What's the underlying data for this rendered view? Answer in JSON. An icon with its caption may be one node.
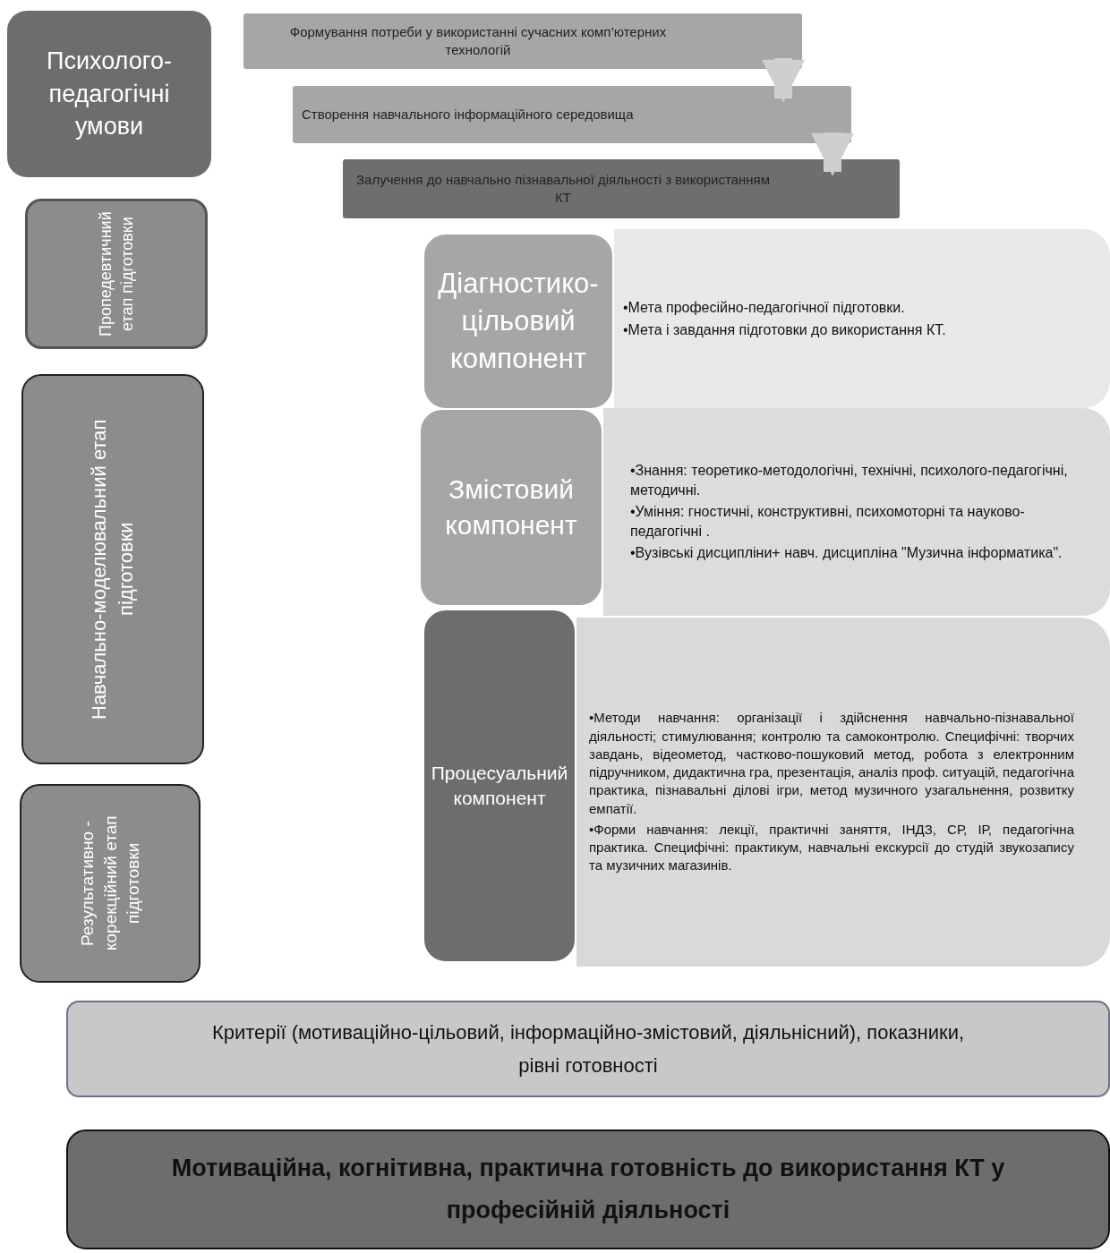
{
  "diagram": {
    "nodes": [
      {
        "text": [
          "Психолого-педагогічні умови"
        ]
      },
      {
        "text": [
          "Формування потреби у використанні сучасних комп’ютерних технологій"
        ]
      },
      {
        "text": [
          "Створення навчального інформаційного середовища"
        ]
      },
      {
        "text": [
          "Залучення до навчально пізнавальної діяльності з використанням КТ"
        ]
      },
      {
        "text": [
          "Пропедевтичний етап підготовки"
        ]
      },
      {
        "text": [
          "Навчально-моделювальний етап підготовки"
        ]
      },
      {
        "text": [
          "Результативно - корекційний етап підготовки"
        ]
      },
      {
        "text": [
          "Діагностико-цільовий компонент"
        ]
      },
      {
        "text": [
          "•Мета професійно-педагогічної підготовки.",
          "•Мета і завдання підготовки до використання КТ."
        ]
      },
      {
        "text": [
          "Змістовий компонент"
        ]
      },
      {
        "text": [
          "•Знання: теоретико-методологічні, технічні, психолого-педагогічні, методичні.",
          "•Уміння: гностичні, конструктивні, психомоторні та науково-педагогічні .",
          "•Вузівські дисципліни+ навч. дисципліна \"Музична інформатика\"."
        ]
      },
      {
        "text": [
          "Процесуальний компонент"
        ]
      },
      {
        "text": [
          "•Методи навчання: організації і здійснення навчально-пізнавальної діяльності; стимулювання; контролю та самоконтролю. Специфічні: творчих завдань, відеометод, частково-пошуковий метод, робота з електронним підручником, дидактична гра, презентація, аналіз проф. ситуацій, педагогічна практика, пізнавальні ділові ігри, метод музичного узагальнення, розвитку емпатії.",
          "•Форми навчання: лекції, практичні заняття, ІНДЗ, СР, ІР, педагогічна практика. Специфічні: практикум, навчальні екскурсії до студій звукозапису та музичних магазинів."
        ]
      },
      {
        "text": [
          "Критерії (мотиваційно-цільовий, інформаційно-змістовий, діяльнісний), показники, рівні готовності"
        ]
      },
      {
        "text": [
          "Мотиваційна, когнітивна, практична готовність до використання КТ у професійній діяльності"
        ]
      }
    ],
    "edges": [
      {
        "from": 1,
        "to": 2,
        "arrow": "to"
      },
      {
        "from": 2,
        "to": 3,
        "arrow": "to"
      }
    ]
  }
}
